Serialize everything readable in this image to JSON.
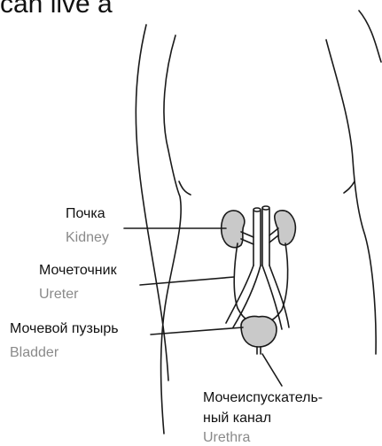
{
  "heading_fragment": "can live a",
  "labels": {
    "kidney": {
      "ru": "Почка",
      "en": "Kidney"
    },
    "ureter": {
      "ru": "Мочеточник",
      "en": "Ureter"
    },
    "bladder": {
      "ru": "Мочевой пузырь",
      "en": "Bladder"
    },
    "urethra": {
      "ru_line1": "Мочеиспускатель-",
      "ru_line2": "ный канал",
      "en": "Urethra"
    }
  },
  "colors": {
    "outline": "#1a1a1a",
    "organ_fill": "#c9c9c9",
    "russian_text": "#111111",
    "english_text": "#8a8a8a"
  }
}
